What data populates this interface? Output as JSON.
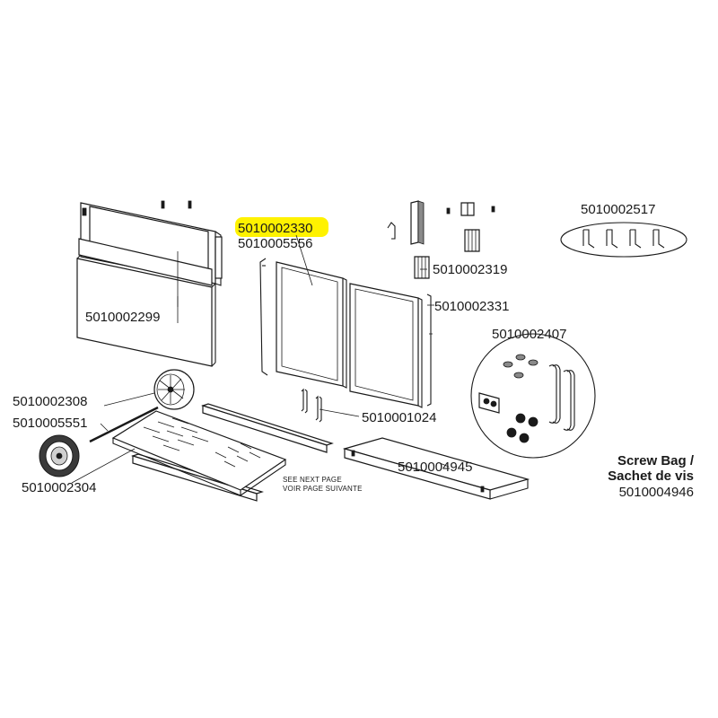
{
  "colors": {
    "highlight": "#fff200",
    "ink": "#1a1a1a",
    "background": "#ffffff"
  },
  "labels": {
    "back_panel": "5010002299",
    "door_left_1": "5010002330",
    "door_left_2": "5010005556",
    "leg_cap": "5010002319",
    "hinge_bracket_set": "5010002517",
    "door_right": "5010002331",
    "handle_kit": "5010002407",
    "door_handles": "5010001024",
    "wheel_hub": "5010002308",
    "axle": "5010005551",
    "wheel": "5010002304",
    "bottom_shelf": "5010004945",
    "screw_bag": "5010004946"
  },
  "see_next_page": "SEE NEXT PAGE",
  "voir_page_suivante": "VOIR PAGE SUIVANTE",
  "screw_bag_title_1": "Screw Bag /",
  "screw_bag_title_2": "Sachet de vis",
  "highlighted_part": "5010002330"
}
